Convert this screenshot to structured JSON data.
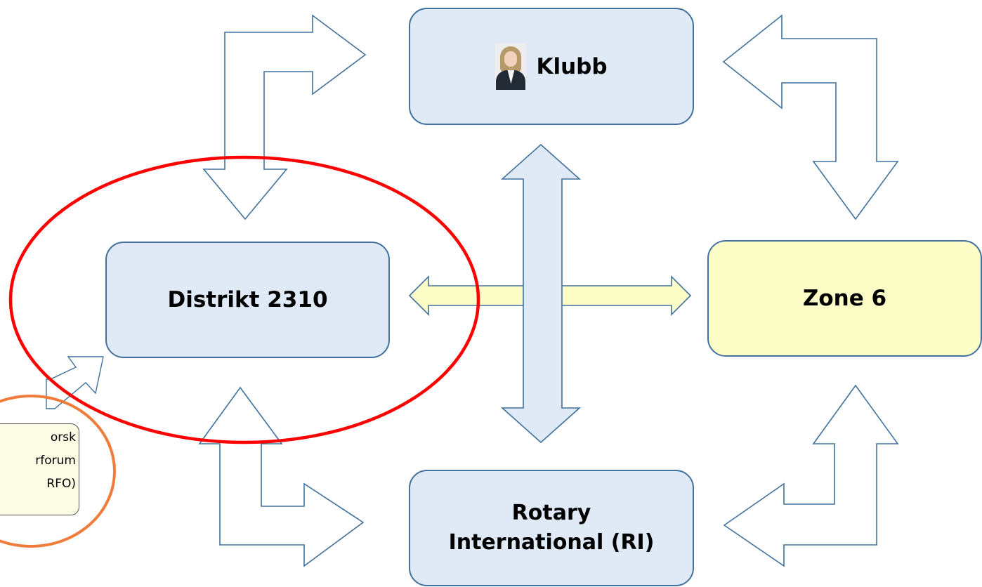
{
  "nodes": {
    "klubb": {
      "label": "Klubb",
      "icon": "person-photo-icon"
    },
    "distrikt": {
      "label": "Distrikt 2310"
    },
    "zone": {
      "label": "Zone 6"
    },
    "ri": {
      "line1": "Rotary",
      "line2": "International (RI)"
    },
    "rfo": {
      "line1": "orsk",
      "line2": "rforum",
      "line3": "RFO)"
    }
  },
  "colors": {
    "box_fill": "#dfeaf6",
    "box_stroke": "#41719c",
    "zone_fill": "#fdfdc8",
    "arrow_stroke": "#41719c",
    "horizontal_arrow_fill": "#fdfdc8",
    "vertical_arrow_fill": "#dfeaf6",
    "highlight_ring": "#ff0000",
    "rfo_ring": "#f07c3c"
  }
}
